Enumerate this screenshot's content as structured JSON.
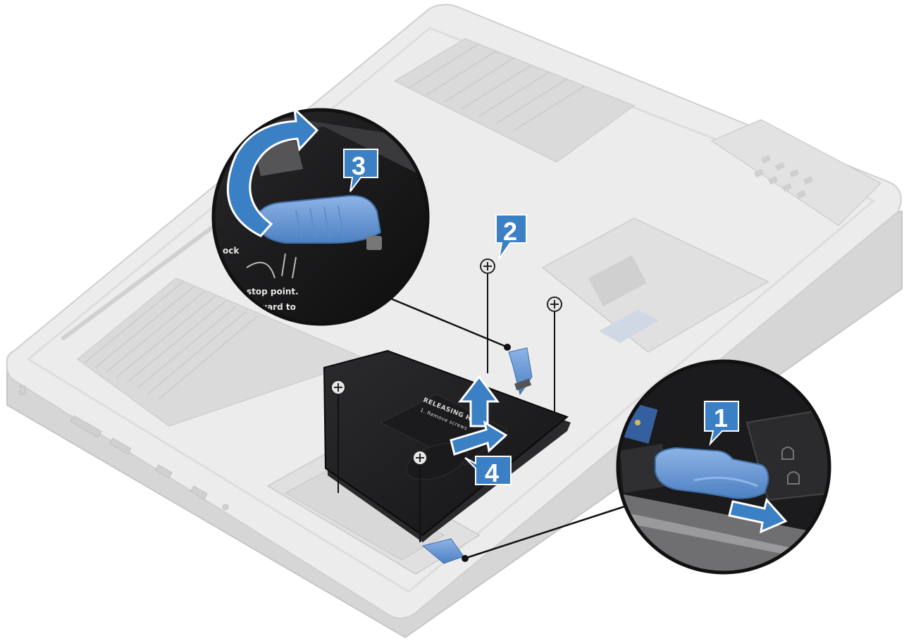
{
  "diagram": {
    "steps": [
      {
        "id": "1",
        "label": "1"
      },
      {
        "id": "2",
        "label": "2"
      },
      {
        "id": "3",
        "label": "3"
      },
      {
        "id": "4",
        "label": "4"
      }
    ],
    "hdd_label": {
      "line1": "RELEASING HDD",
      "line2": "1. Remove screws"
    },
    "inset_text": {
      "word1": "ock",
      "word2": "stop point.",
      "word3": "ward to"
    },
    "colors": {
      "accent_blue": "#3b7fc4",
      "latch_blue": "#6f9fd8",
      "chassis_gray": "#e4e4e4",
      "hdd_black": "#1d1d1f"
    },
    "icons": [
      "screw-icon",
      "arrow-up-icon",
      "arrow-right-icon",
      "arrow-rotate-icon",
      "latch-icon"
    ]
  }
}
